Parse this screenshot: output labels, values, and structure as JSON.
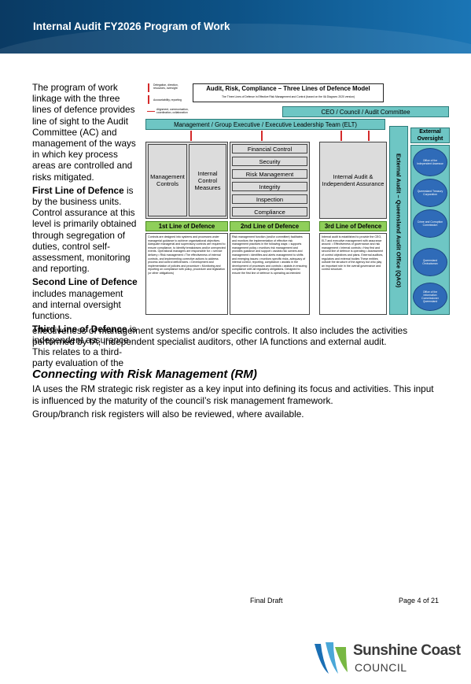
{
  "header": {
    "title": "Internal Audit FY2026 Program of Work"
  },
  "intro": {
    "p1": "The program of work linkage with the three lines of defence provides line of sight to the Audit Committee (AC) and management of the ways in which key process areas are controlled and risks mitigated.",
    "p2_bold": "First Line of Defence",
    "p2_rest": " is by the business units. Control assurance at this level is primarily obtained through segregation of duties, control self-assessment, monitoring and reporting.",
    "p3_bold": "Second Line of Defence",
    "p3_rest": " includes management and internal oversight functions.",
    "p4_bold": "Third Line of Defence",
    "p4_rest": " is independent assurance. This relates to a third-party evaluation of the",
    "p4_cont": "effectiveness of management systems and/or specific controls. It also includes the activities performed by IA, independent specialist auditors, other IA functions and external audit."
  },
  "diagram": {
    "title": "Audit, Risk, Compliance – Three Lines of Defence Model",
    "subtitle": "The Three Lines of Defence in Effective Risk Management and Control (based on the IIA Diagram: 2020 version)",
    "legend": [
      "Delegation, direction, resources, oversight",
      "Accountability, reporting",
      "Alignment, communication, coordination, collaboration"
    ],
    "ceo_bar": "CEO / Council / Audit Committee",
    "elt_bar": "Management / Group Executive / Executive Leadership Team (ELT)",
    "external_oversight": "External Oversight",
    "management_controls": "Management Controls",
    "internal_control_measures": "Internal Control Measures",
    "second_line_items": [
      "Financial Control",
      "Security",
      "Risk Management",
      "Integrity",
      "Inspection",
      "Compliance"
    ],
    "internal_audit": "Internal Audit & Independent Assurance",
    "external_audit": "External Audit – Queensland Audit Office (QAO)",
    "line1": "1st Line of Defence",
    "line2": "2nd Line of Defence",
    "line3": "3rd Line of Defence",
    "line1_text": "Controls are designed into systems and processes under managerial guidance to achieve organisational objectives. Adequate managerial and supervisory controls are required to ensure compliance, to identify breakdowns and/or unexpected events. Operational managers are responsible for: • service delivery • Risk management • The effectiveness of internal controls, and implementing corrective actions to address process and control deficiencies. • Development and implementation of policies and procedure • Monitoring and reporting on compliance with policy, procedure and legislation (or other obligations)",
    "line2_text": "Risk management function (and/or committee) facilitates and monitors the implementation of effective risk management practices in the following ways: • supports management policy • monitors risk management and provides guidance and support • assists risk owners and management • identifies and alerts management to shifts and emerging issues • monitors specific risks, adequacy of internal control, reporting, compliance • assists in the development of processes and controls • assists in ensuring compliance with all regulatory obligations. Designed to ensure the first line of defence is operating as intended",
    "line3_text": "Internal audit is established to provide the CEO, ELT and executive management with assurance around: • Effectiveness of governance and risk management • Internal controls • How first and second line of defence is operating • Assessment of control objectives and plans. External auditors, regulators and external bodies These entities outside the structure of the agency but who play an important role in the overall governance and control structure.",
    "oversight_bodies": [
      "Office of the Independent Assessor",
      "Queensland Treasury Corporation",
      "Crime and Corruption Commission",
      "Queensland Ombudsman",
      "Office of the Information Commissioner Queensland"
    ]
  },
  "rm_section": {
    "heading": "Connecting with Risk Management (RM)",
    "p1": "IA uses the RM strategic risk register as a key input into defining its focus and activities. This input is influenced by the maturity of the council’s risk management framework.",
    "p2": "Group/branch risk registers will also be reviewed, where available."
  },
  "footer": {
    "status": "Final Draft",
    "page": "Page 4 of 21"
  },
  "logo": {
    "name": "Sunshine Coast",
    "sub": "COUNCIL",
    "colors": [
      "#1a6fb4",
      "#4aa7d8",
      "#78b843"
    ]
  }
}
